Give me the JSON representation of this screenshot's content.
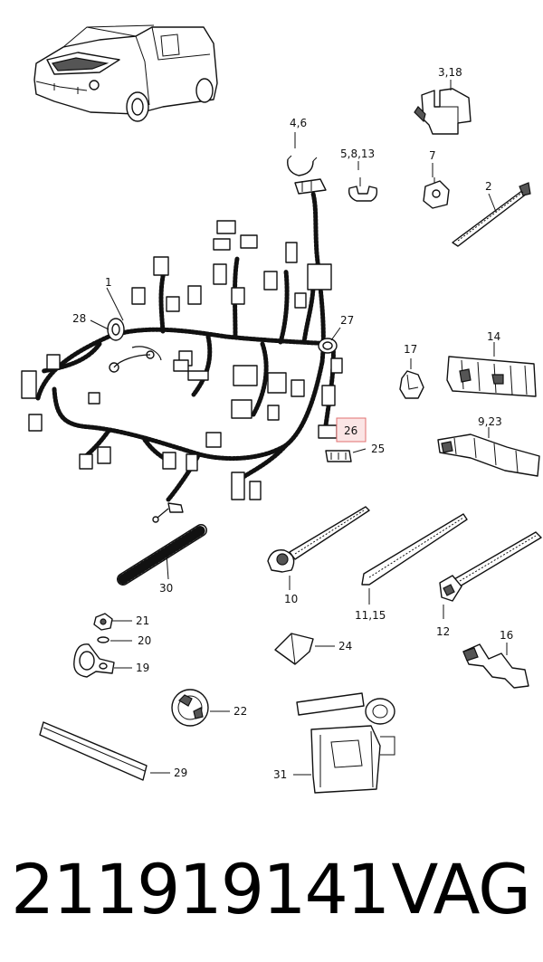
{
  "labels": {
    "l1": "1",
    "l2": "2",
    "l3_18": "3,18",
    "l4_6": "4,6",
    "l5_8_13": "5,8,13",
    "l7": "7",
    "l9_23": "9,23",
    "l10": "10",
    "l11_15": "11,15",
    "l12": "12",
    "l14": "14",
    "l16": "16",
    "l17": "17",
    "l19": "19",
    "l20": "20",
    "l21": "21",
    "l22": "22",
    "l24": "24",
    "l25": "25",
    "l26": "26",
    "l27": "27",
    "l28": "28",
    "l29": "29",
    "l30": "30",
    "l31": "31"
  },
  "highlight_color": "#e04040",
  "footer": {
    "part_number": "211919141",
    "brand": "VAG"
  }
}
